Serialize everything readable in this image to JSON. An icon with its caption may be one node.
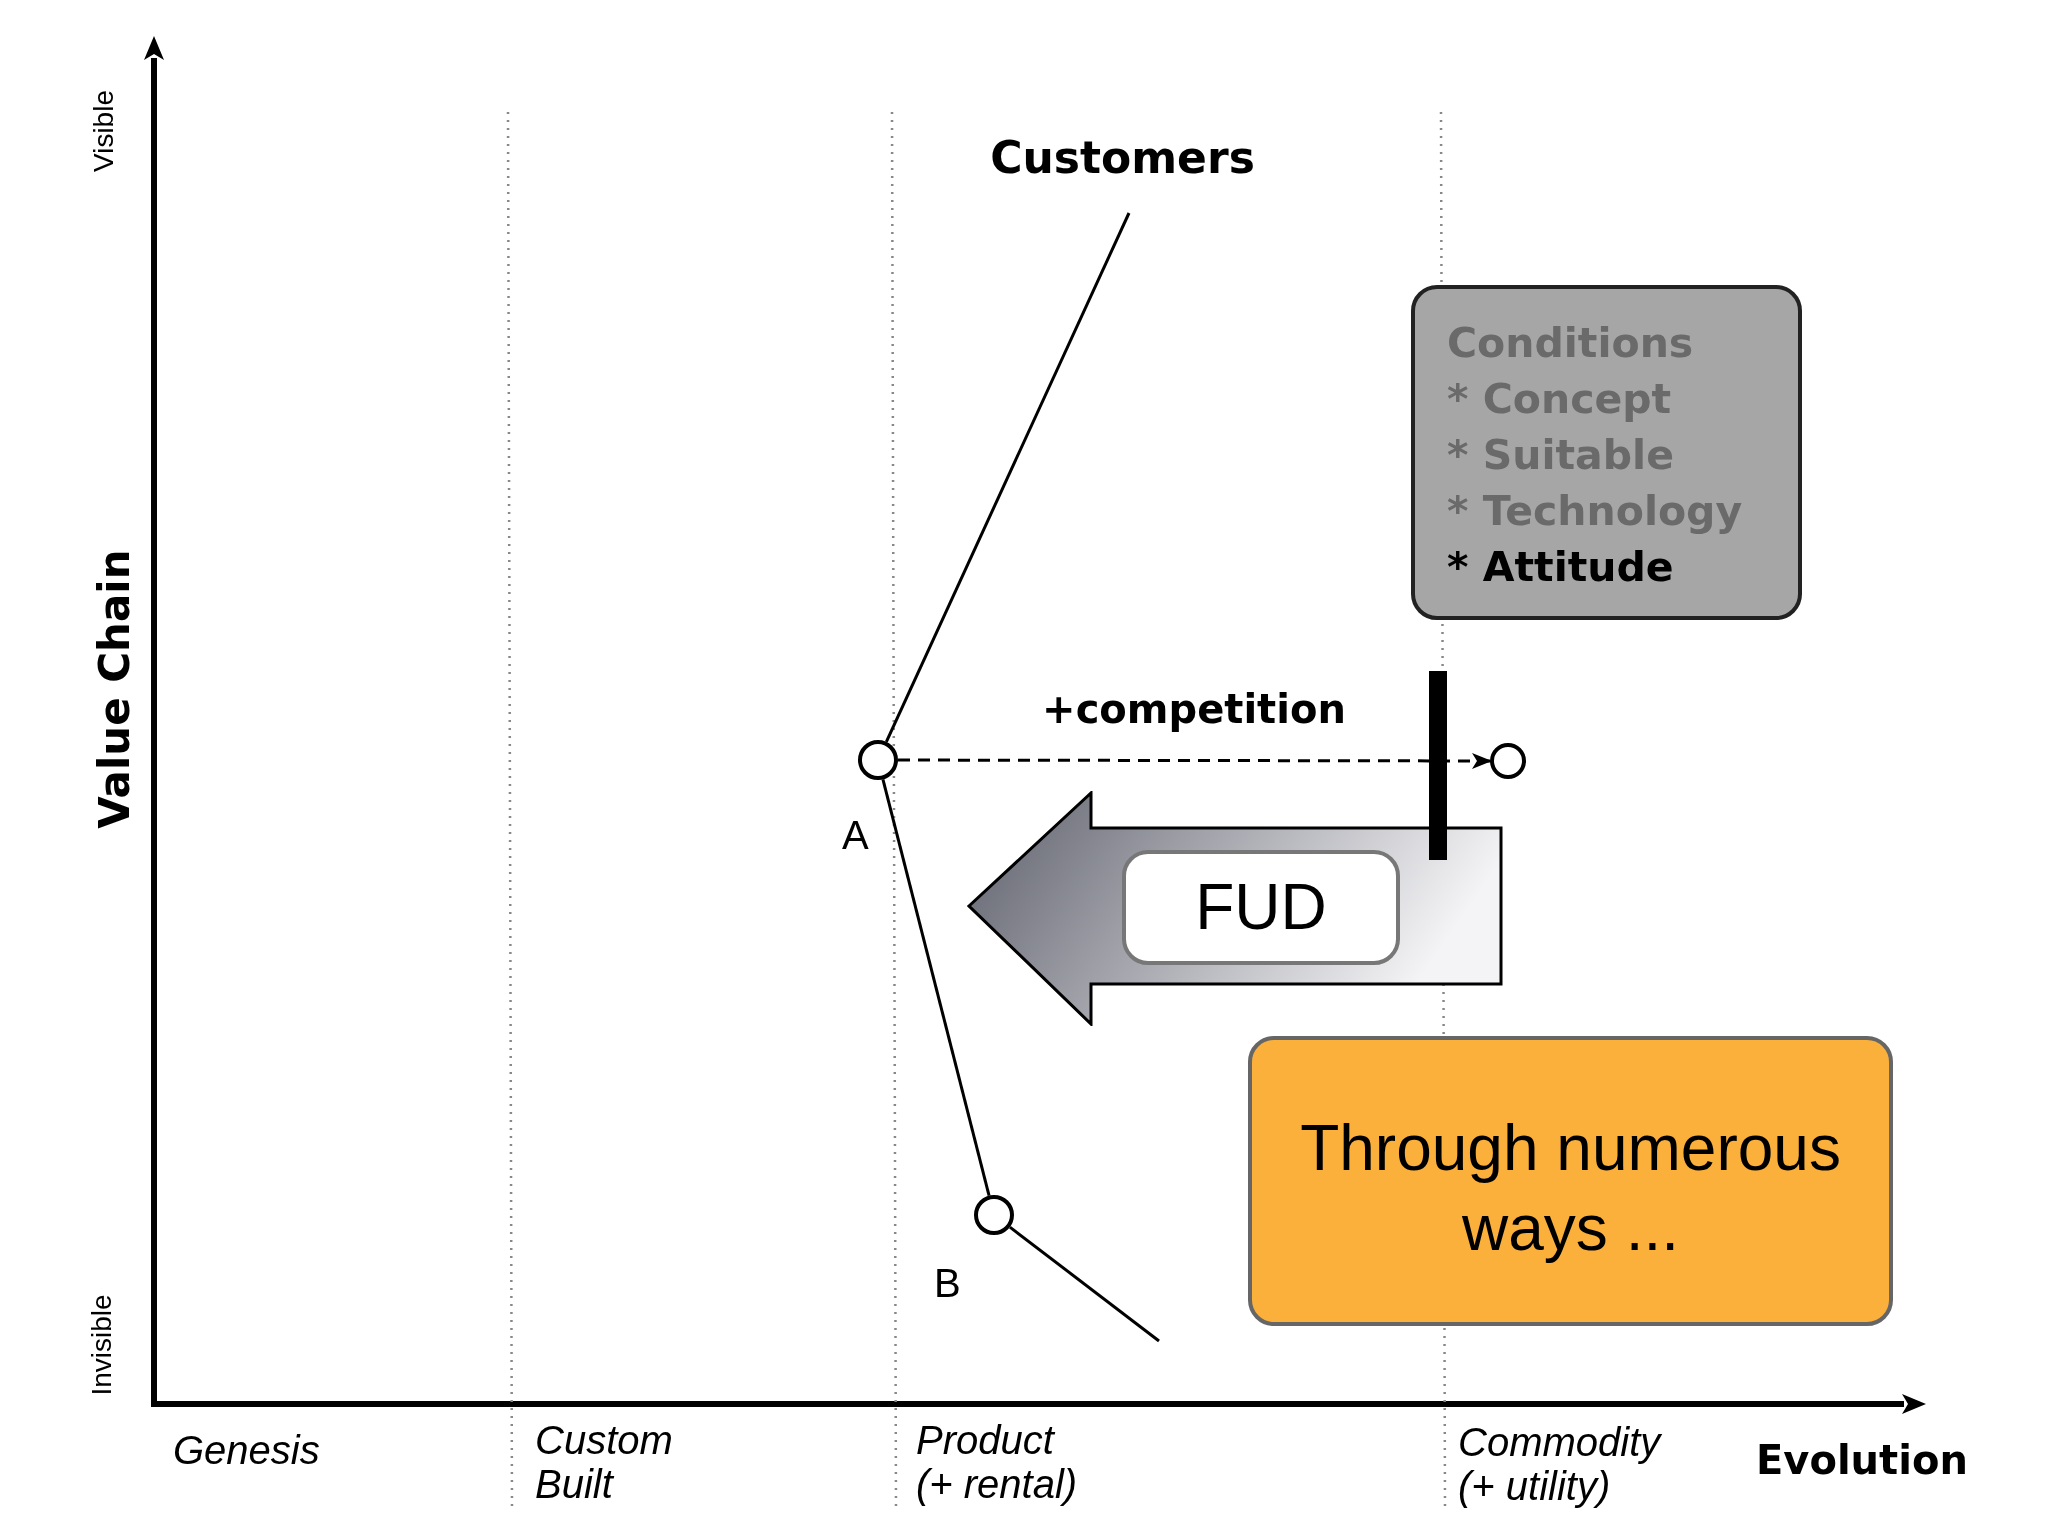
{
  "diagram": {
    "nodes": [
      {
        "text": [
          "Customers"
        ]
      },
      {
        "text": [],
        "shape": "circle",
        "beside": [
          "A"
        ]
      },
      {
        "text": [],
        "shape": "circle",
        "beside": [
          "B"
        ]
      },
      {
        "text": [],
        "shape": "circle"
      },
      {
        "text": [],
        "shape": "arrow"
      },
      {
        "text": [
          "FUD"
        ],
        "in": 4
      },
      {
        "text": [],
        "shape": "bar"
      },
      {
        "text": [
          "Conditions",
          "* Concept",
          "* Suitable",
          "* Technology",
          "* Attitude"
        ]
      },
      {
        "text": [
          "Through numerous ways ..."
        ]
      }
    ],
    "edges": [
      {
        "from": 0,
        "to": 1,
        "arrow": "none"
      },
      {
        "from": 1,
        "to": 2,
        "arrow": "none"
      },
      {
        "from": 2,
        "to": null,
        "arrow": "none"
      },
      {
        "from": 1,
        "to": 3,
        "arrow": "to",
        "style": "dashed",
        "label": "+competition"
      }
    ],
    "labels": [
      "Visible",
      "Value Chain",
      "Invisible",
      "Genesis",
      "Custom Built",
      "Product (+ rental)",
      "Commodity (+ utility)",
      "Evolution"
    ]
  }
}
